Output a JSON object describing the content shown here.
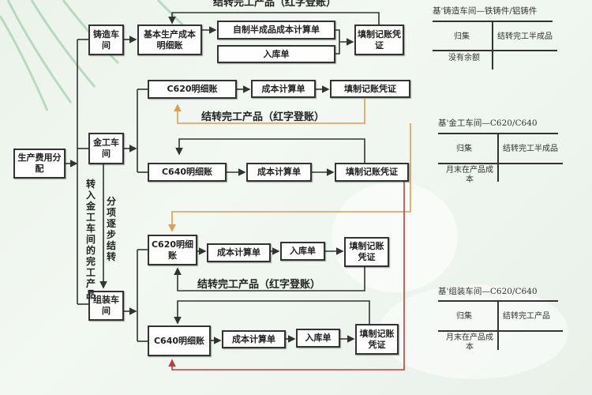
{
  "flow": {
    "top_label": "结转完工产品（红字登账）",
    "root": "生产费用分配",
    "casting": {
      "workshop": "铸造车间",
      "ledger": "基本生产成本明细账",
      "calc": "自制半成品成本计算单",
      "stock": "入库单",
      "voucher": "填制记账凭证"
    },
    "machining": {
      "workshop": "金工车间",
      "c620_ledger": "C620明细账",
      "c620_calc": "成本计算单",
      "c620_voucher": "填制记账凭证",
      "carry_label": "结转完工产品（红字登账）",
      "c640_ledger": "C640明细账",
      "c640_calc": "成本计算单",
      "c640_voucher": "填制记账凭证"
    },
    "transfer_label": "转入金工车间的完工产品",
    "step_label": "分项逐步结转",
    "assembly": {
      "workshop": "组装车间",
      "c620_ledger": "C620明细账",
      "c620_calc": "成本计算单",
      "c620_stock": "入库单",
      "c620_voucher": "填制记账凭证",
      "carry_label": "结转完工产品（红字登账）",
      "c640_ledger": "C640明细账",
      "c640_calc": "成本计算单",
      "c640_stock": "入库单",
      "c640_voucher": "填制记账凭证"
    }
  },
  "accounts": [
    {
      "title": "基'铸造车间—铁铸件/铝铸件",
      "debit": "归集",
      "credit": "结转完工半成品",
      "balance": "没有余额"
    },
    {
      "title": "基'金工车间—C620/C640",
      "debit": "归集",
      "credit": "结转完工半成品",
      "balance": "月末在产品成本"
    },
    {
      "title": "基'组装车间—C620/C640",
      "debit": "归集",
      "credit": "结转完工产品",
      "balance": "月末在产品成本"
    }
  ],
  "colors": {
    "line": "#333333",
    "orange_flow": "#d9a050",
    "red_flow": "#b84040"
  }
}
